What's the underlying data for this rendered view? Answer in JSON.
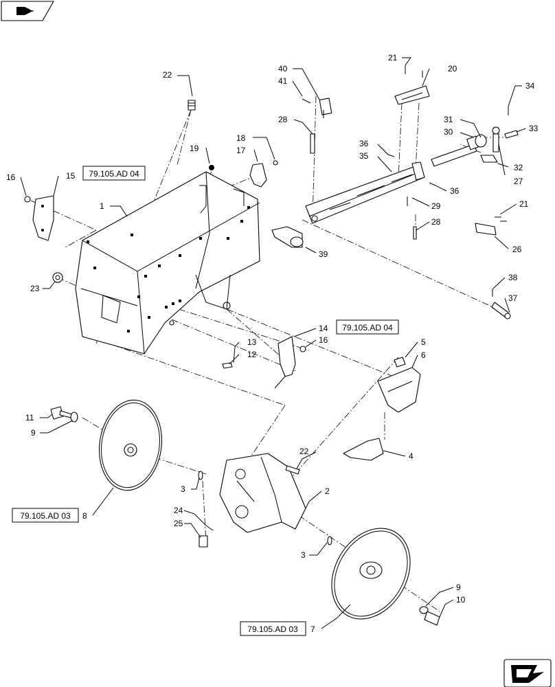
{
  "nav": {
    "back_icon": "book-arrow-icon",
    "next_icon": "next-page-arrow-icon"
  },
  "callouts": {
    "c1": "1",
    "c2": "2",
    "c3a": "3",
    "c3b": "3",
    "c4": "4",
    "c5": "5",
    "c6": "6",
    "c7": "7",
    "c8": "8",
    "c9a": "9",
    "c9b": "9",
    "c10": "10",
    "c11": "11",
    "c12": "12",
    "c13": "13",
    "c14": "14",
    "c15": "15",
    "c16a": "16",
    "c16b": "16",
    "c17": "17",
    "c18": "18",
    "c19": "19",
    "c20": "20",
    "c21a": "21",
    "c21b": "21",
    "c22a": "22",
    "c22b": "22",
    "c23": "23",
    "c24": "24",
    "c25": "25",
    "c26": "26",
    "c27": "27",
    "c28a": "28",
    "c28b": "28",
    "c29": "29",
    "c30": "30",
    "c31": "31",
    "c32": "32",
    "c33": "33",
    "c34": "34",
    "c35": "35",
    "c36a": "36",
    "c36b": "36",
    "c37": "37",
    "c38": "38",
    "c39": "39",
    "c40": "40",
    "c41": "41"
  },
  "references": {
    "r1": "79.105.AD 04",
    "r2": "79.105.AD 04",
    "r3": "79.105.AD 03",
    "r4": "79.105.AD 03"
  }
}
